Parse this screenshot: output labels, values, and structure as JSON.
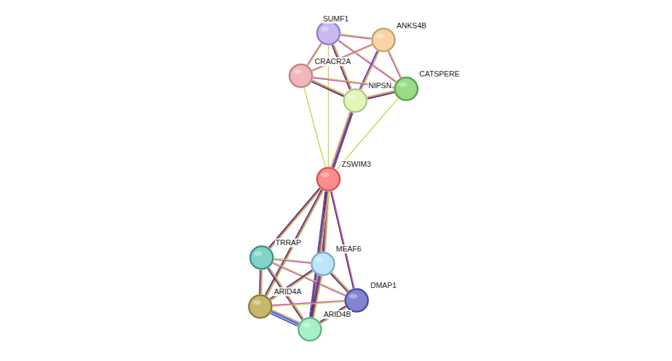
{
  "diagram": {
    "nodes": [
      {
        "text": [
          "SUMF1"
        ]
      },
      {
        "text": [
          "ANKS4B"
        ]
      },
      {
        "text": [
          "CRACR2A"
        ]
      },
      {
        "text": [
          "NIPSN"
        ]
      },
      {
        "text": [
          "CATSPERE"
        ]
      },
      {
        "text": [
          "ZSWIM3"
        ]
      },
      {
        "text": [
          "TRRAP"
        ]
      },
      {
        "text": [
          "MEAF6"
        ]
      },
      {
        "text": [
          "DMAP1"
        ]
      },
      {
        "text": [
          "ARID4A"
        ]
      },
      {
        "text": [
          "ARID4B"
        ]
      }
    ],
    "edges": [
      {
        "from": 5,
        "to": 0,
        "arrow": "none"
      },
      {
        "from": 5,
        "to": 2,
        "arrow": "none"
      },
      {
        "from": 5,
        "to": 3,
        "arrow": "none"
      },
      {
        "from": 5,
        "to": 4,
        "arrow": "none"
      },
      {
        "from": 0,
        "to": 1,
        "arrow": "none"
      },
      {
        "from": 0,
        "to": 2,
        "arrow": "none"
      },
      {
        "from": 0,
        "to": 3,
        "arrow": "none"
      },
      {
        "from": 0,
        "to": 4,
        "arrow": "none"
      },
      {
        "from": 1,
        "to": 2,
        "arrow": "none"
      },
      {
        "from": 1,
        "to": 3,
        "arrow": "none"
      },
      {
        "from": 1,
        "to": 4,
        "arrow": "none"
      },
      {
        "from": 2,
        "to": 3,
        "arrow": "none"
      },
      {
        "from": 2,
        "to": 4,
        "arrow": "none"
      },
      {
        "from": 3,
        "to": 4,
        "arrow": "none"
      },
      {
        "from": 5,
        "to": 6,
        "arrow": "none"
      },
      {
        "from": 5,
        "to": 7,
        "arrow": "none"
      },
      {
        "from": 5,
        "to": 8,
        "arrow": "none"
      },
      {
        "from": 5,
        "to": 9,
        "arrow": "none"
      },
      {
        "from": 5,
        "to": 10,
        "arrow": "none"
      },
      {
        "from": 6,
        "to": 7,
        "arrow": "none"
      },
      {
        "from": 6,
        "to": 8,
        "arrow": "none"
      },
      {
        "from": 6,
        "to": 9,
        "arrow": "none"
      },
      {
        "from": 6,
        "to": 10,
        "arrow": "none"
      },
      {
        "from": 7,
        "to": 8,
        "arrow": "none"
      },
      {
        "from": 7,
        "to": 9,
        "arrow": "none"
      },
      {
        "from": 7,
        "to": 10,
        "arrow": "none"
      },
      {
        "from": 8,
        "to": 9,
        "arrow": "none"
      },
      {
        "from": 8,
        "to": 10,
        "arrow": "none"
      },
      {
        "from": 9,
        "to": 10,
        "arrow": "none"
      }
    ]
  }
}
